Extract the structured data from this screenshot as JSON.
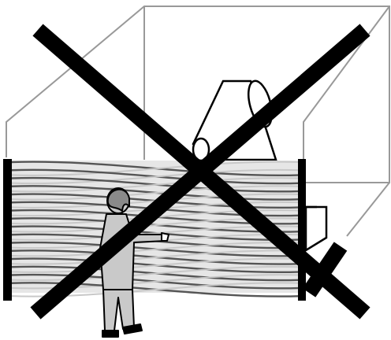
{
  "figure": {
    "kind": "safety-warning-illustration",
    "meaning": "prohibited",
    "elements": [
      "machine-frame",
      "machine-belt-drive",
      "machine-box",
      "light-curtain",
      "operator",
      "prohibition-cross"
    ]
  },
  "colors": {
    "background": "#ffffff",
    "frame_stroke": "#999999",
    "outline": "#000000",
    "curtain_beam_dark": "#555555",
    "curtain_beam_light": "#c8c8c8",
    "person_fill": "#c9c9c9",
    "cross": "#000000"
  }
}
